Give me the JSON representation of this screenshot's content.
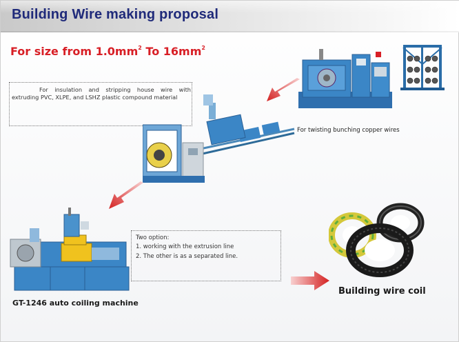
{
  "header": {
    "title": "Building Wire making proposal"
  },
  "subtitle": {
    "text": "For size from 1.0mm",
    "sup1": "2",
    "mid": " To 16mm",
    "sup2": "2"
  },
  "insulation": {
    "text": "For insulation and stripping house wire with extruding PVC, XLPE, and LSHZ plastic compound material"
  },
  "twisting": {
    "caption": "For twisting bunching copper wires"
  },
  "options": {
    "heading": "Two option:",
    "item1": "1. working with the extrusion line",
    "item2": "2. The other is as a separated line."
  },
  "coiling": {
    "caption": "GT-1246 auto coiling machine"
  },
  "coil": {
    "caption": "Building wire coil"
  },
  "colors": {
    "title_text": "#1f2a7a",
    "accent_red": "#d81f26",
    "machine_blue": "#3b86c6",
    "arrow_red": "#e04040"
  },
  "icons": [
    "red-arrow-icon",
    "bunching-machine-icon",
    "pay-off-rack-icon",
    "extrusion-line-icon",
    "coiling-machine-icon",
    "wire-coil-icon"
  ]
}
